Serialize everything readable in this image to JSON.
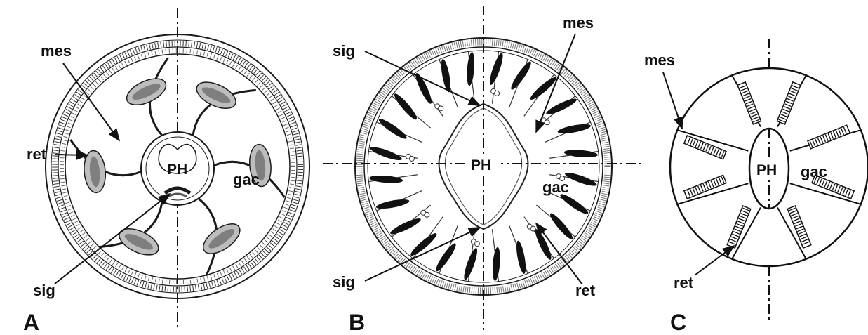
{
  "panels": [
    {
      "letter": "A",
      "center_label": "PH",
      "labels": {
        "mes": "mes",
        "ret": "ret",
        "sig": "sig",
        "gac": "gac"
      }
    },
    {
      "letter": "B",
      "center_label": "PH",
      "labels": {
        "sig_top": "sig",
        "mes": "mes",
        "gac": "gac",
        "sig_bottom": "sig",
        "ret": "ret"
      }
    },
    {
      "letter": "C",
      "center_label": "PH",
      "labels": {
        "mes": "mes",
        "gac": "gac",
        "ret": "ret"
      }
    }
  ],
  "colors": {
    "ink": "#111111",
    "shade": "#1a1a1a",
    "background": "#ffffff"
  }
}
